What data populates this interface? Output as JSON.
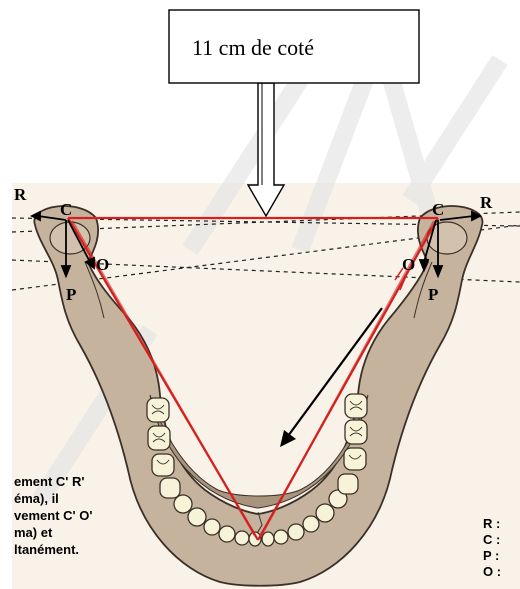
{
  "callout": {
    "text": "11  cm de coté"
  },
  "points": {
    "left": {
      "R": "R",
      "C": "C",
      "O": "O",
      "P": "P"
    },
    "right": {
      "R": "R",
      "C": "C",
      "O": "O",
      "P": "P"
    }
  },
  "left_text": [
    "ement C' R'",
    "éma), il",
    "vement C' O'",
    "ma) et",
    "ltanément."
  ],
  "right_legend": [
    "R :",
    "C :",
    "P :",
    "O :"
  ],
  "colors": {
    "bone": "#c7b5a0",
    "bone_dark": "#a8937c",
    "bone_outline": "#3b3028",
    "tooth": "#f7f3d9",
    "triangle": "#d42020",
    "background_diagram": "#f7efe3",
    "watermark": "#e0e0e0"
  }
}
